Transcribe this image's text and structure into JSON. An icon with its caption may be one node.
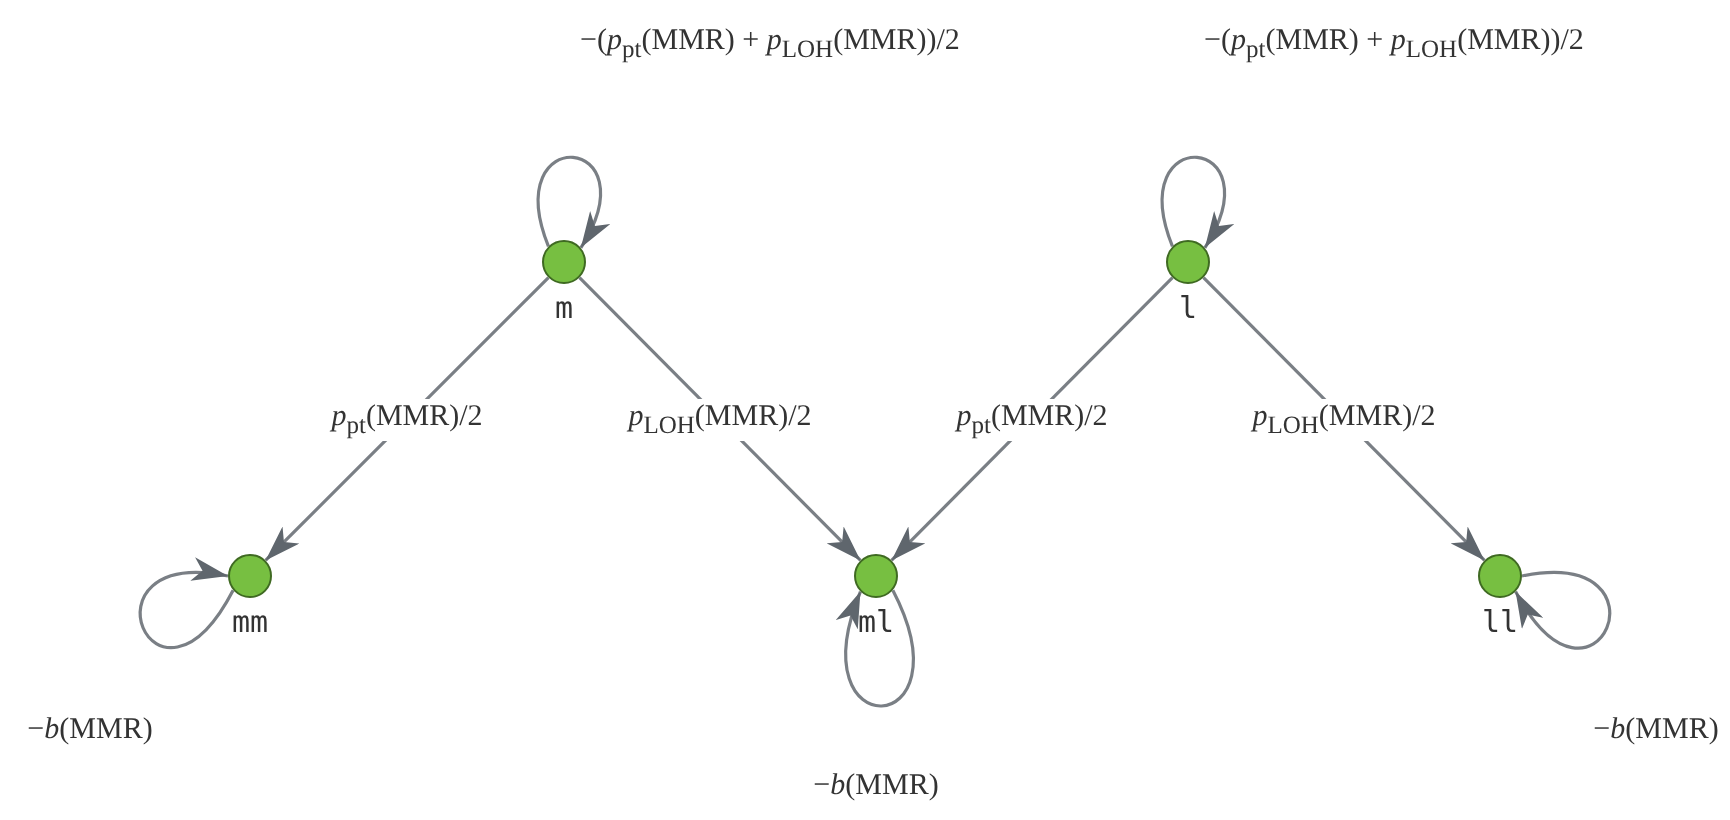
{
  "diagram": {
    "nodes": [
      {
        "text": [
          "m"
        ]
      },
      {
        "text": [
          "l"
        ]
      },
      {
        "text": [
          "mm"
        ]
      },
      {
        "text": [
          "ml"
        ]
      },
      {
        "text": [
          "ll"
        ]
      }
    ],
    "edges": [
      {
        "from": 0,
        "to": 0,
        "arrow": "to",
        "label": "−(*p*$_{pt}$(MMR) + *p*$_{LOH}$(MMR))/2"
      },
      {
        "from": 0,
        "to": 2,
        "arrow": "to",
        "label": "*p*$_{pt}$(MMR)/2"
      },
      {
        "from": 0,
        "to": 3,
        "arrow": "to",
        "label": "*p*$_{LOH}$(MMR)/2"
      },
      {
        "from": 1,
        "to": 1,
        "arrow": "to",
        "label": "−(*p*$_{pt}$(MMR) + *p*$_{LOH}$(MMR))/2"
      },
      {
        "from": 1,
        "to": 3,
        "arrow": "to",
        "label": "*p*$_{pt}$(MMR)/2"
      },
      {
        "from": 1,
        "to": 4,
        "arrow": "to",
        "label": "*p*$_{LOH}$(MMR)/2"
      },
      {
        "from": 2,
        "to": 2,
        "arrow": "to",
        "label": "−*b*(MMR)"
      },
      {
        "from": 3,
        "to": 3,
        "arrow": "to",
        "label": "−*b*(MMR)"
      },
      {
        "from": 4,
        "to": 4,
        "arrow": "to",
        "label": "−*b*(MMR)"
      }
    ]
  }
}
